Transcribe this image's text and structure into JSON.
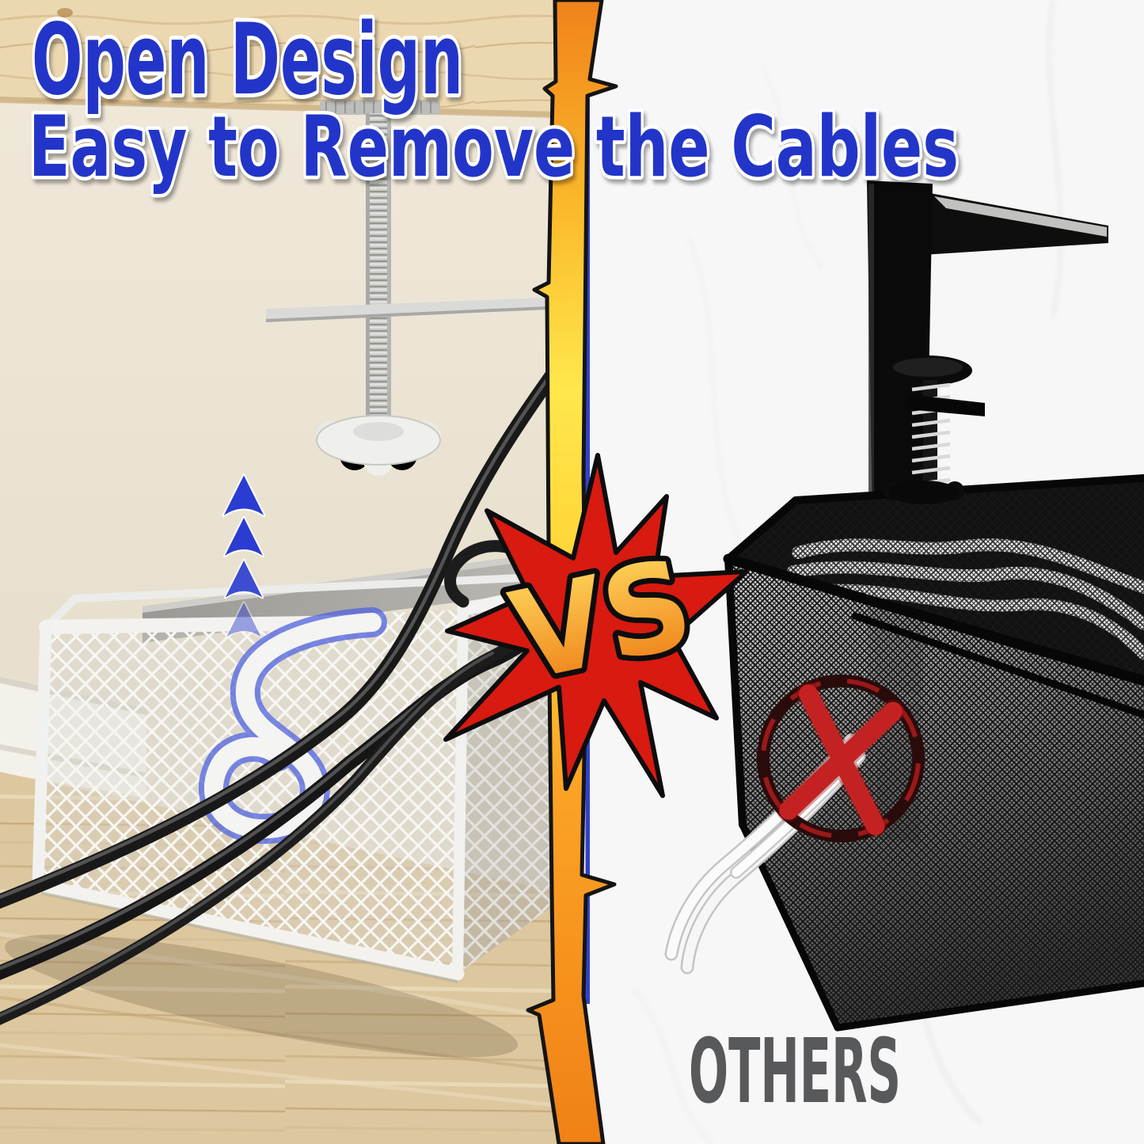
{
  "title": {
    "line1": "Open Design",
    "line2": "Easy to Remove the Cables",
    "color": "#2434c8",
    "outline_color": "#ffffff"
  },
  "versus": {
    "label": "VS",
    "burst_color": "#d81a10",
    "burst_outline_color": "#0d0d0d",
    "text_gradient_top": "#ffd95e",
    "text_gradient_bottom": "#ee7f17"
  },
  "divider": {
    "icon": "lightning-bolt-divider",
    "gradient": [
      "#f0821a",
      "#ffe74c",
      "#f08116"
    ],
    "line_color": "#3143c6"
  },
  "left_panel": {
    "scene": "white open-slot under-desk cable basket",
    "arrows": {
      "icon": "up-arrow-icon",
      "count": 4,
      "color": "#2b3cd1"
    },
    "slot_highlight_color": "#4f63df",
    "basket_color": "#f2f1ee",
    "cable_color": "#1a1a1a"
  },
  "right_panel": {
    "label": "OTHERS",
    "label_color": "#58595b",
    "prohibition": {
      "icon": "no-entry-x-icon",
      "ring_color": "#2a0b0b",
      "x_color": "#c42222"
    },
    "basket_color": "#111111",
    "cable_color": "#f5f5f5"
  }
}
